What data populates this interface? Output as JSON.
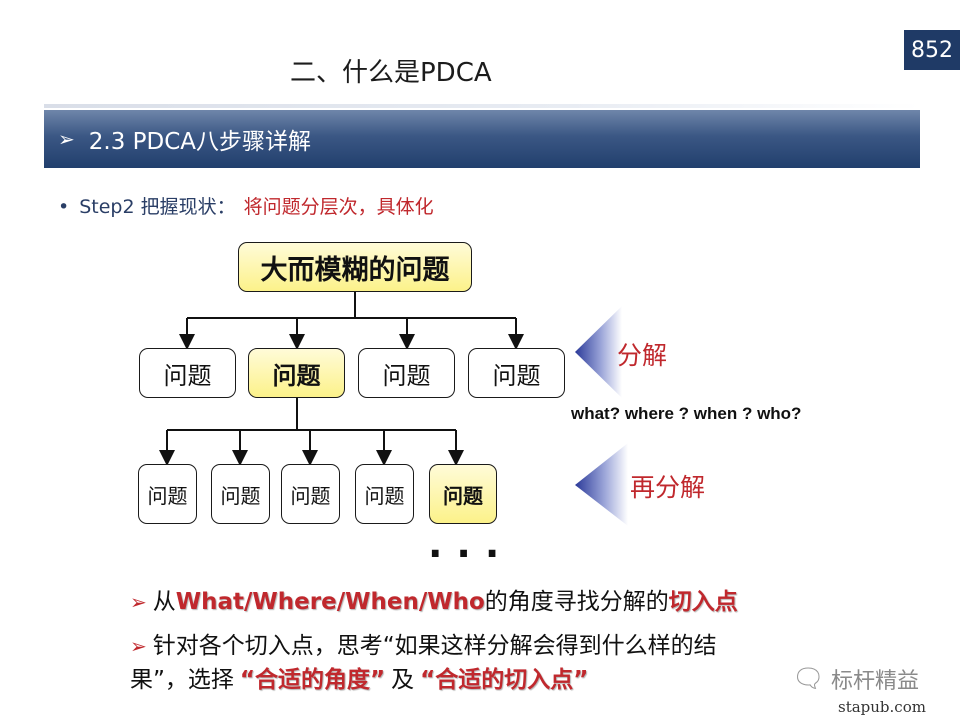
{
  "page_number": "852",
  "title": "二、什么是PDCA",
  "section": {
    "arrow": "➢",
    "title": "2.3 PDCA八步骤详解"
  },
  "step": {
    "bullet": "•",
    "label": "Step2 把握现状：",
    "desc": "将问题分层次，具体化"
  },
  "diagram": {
    "root": "大而模糊的问题",
    "level1": [
      {
        "label": "问题",
        "highlight": false
      },
      {
        "label": "问题",
        "highlight": true
      },
      {
        "label": "问题",
        "highlight": false
      },
      {
        "label": "问题",
        "highlight": false
      }
    ],
    "level2": [
      {
        "label": "问题",
        "highlight": false
      },
      {
        "label": "问题",
        "highlight": false
      },
      {
        "label": "问题",
        "highlight": false
      },
      {
        "label": "问题",
        "highlight": false
      },
      {
        "label": "问题",
        "highlight": true
      }
    ],
    "ellipsis": "...",
    "decompose_label": "分解",
    "redecompose_label": "再分解",
    "questions": "what? where ? when ? who?"
  },
  "points": {
    "marker": "➢",
    "p1": {
      "a": "从",
      "b": "What/Where/When/Who",
      "c": "的角度寻找分解的",
      "d": "切入点"
    },
    "p2": {
      "line1": "针对各个切入点，思考“如果这样分解会得到什么样的结",
      "line2_a": "果”，选择",
      "line2_b": "“合适的角度”",
      "line2_c": "及",
      "line2_d": "“合适的切入点”"
    }
  },
  "watermark": {
    "icon": "wechat-icon",
    "text": "标杆精益"
  },
  "site": "stapub.com",
  "colors": {
    "accent_red": "#c0282d",
    "banner_blue": "#213f6d",
    "highlight_yellow": "#fcf28a",
    "arrow_blue": "#2b3a99"
  }
}
